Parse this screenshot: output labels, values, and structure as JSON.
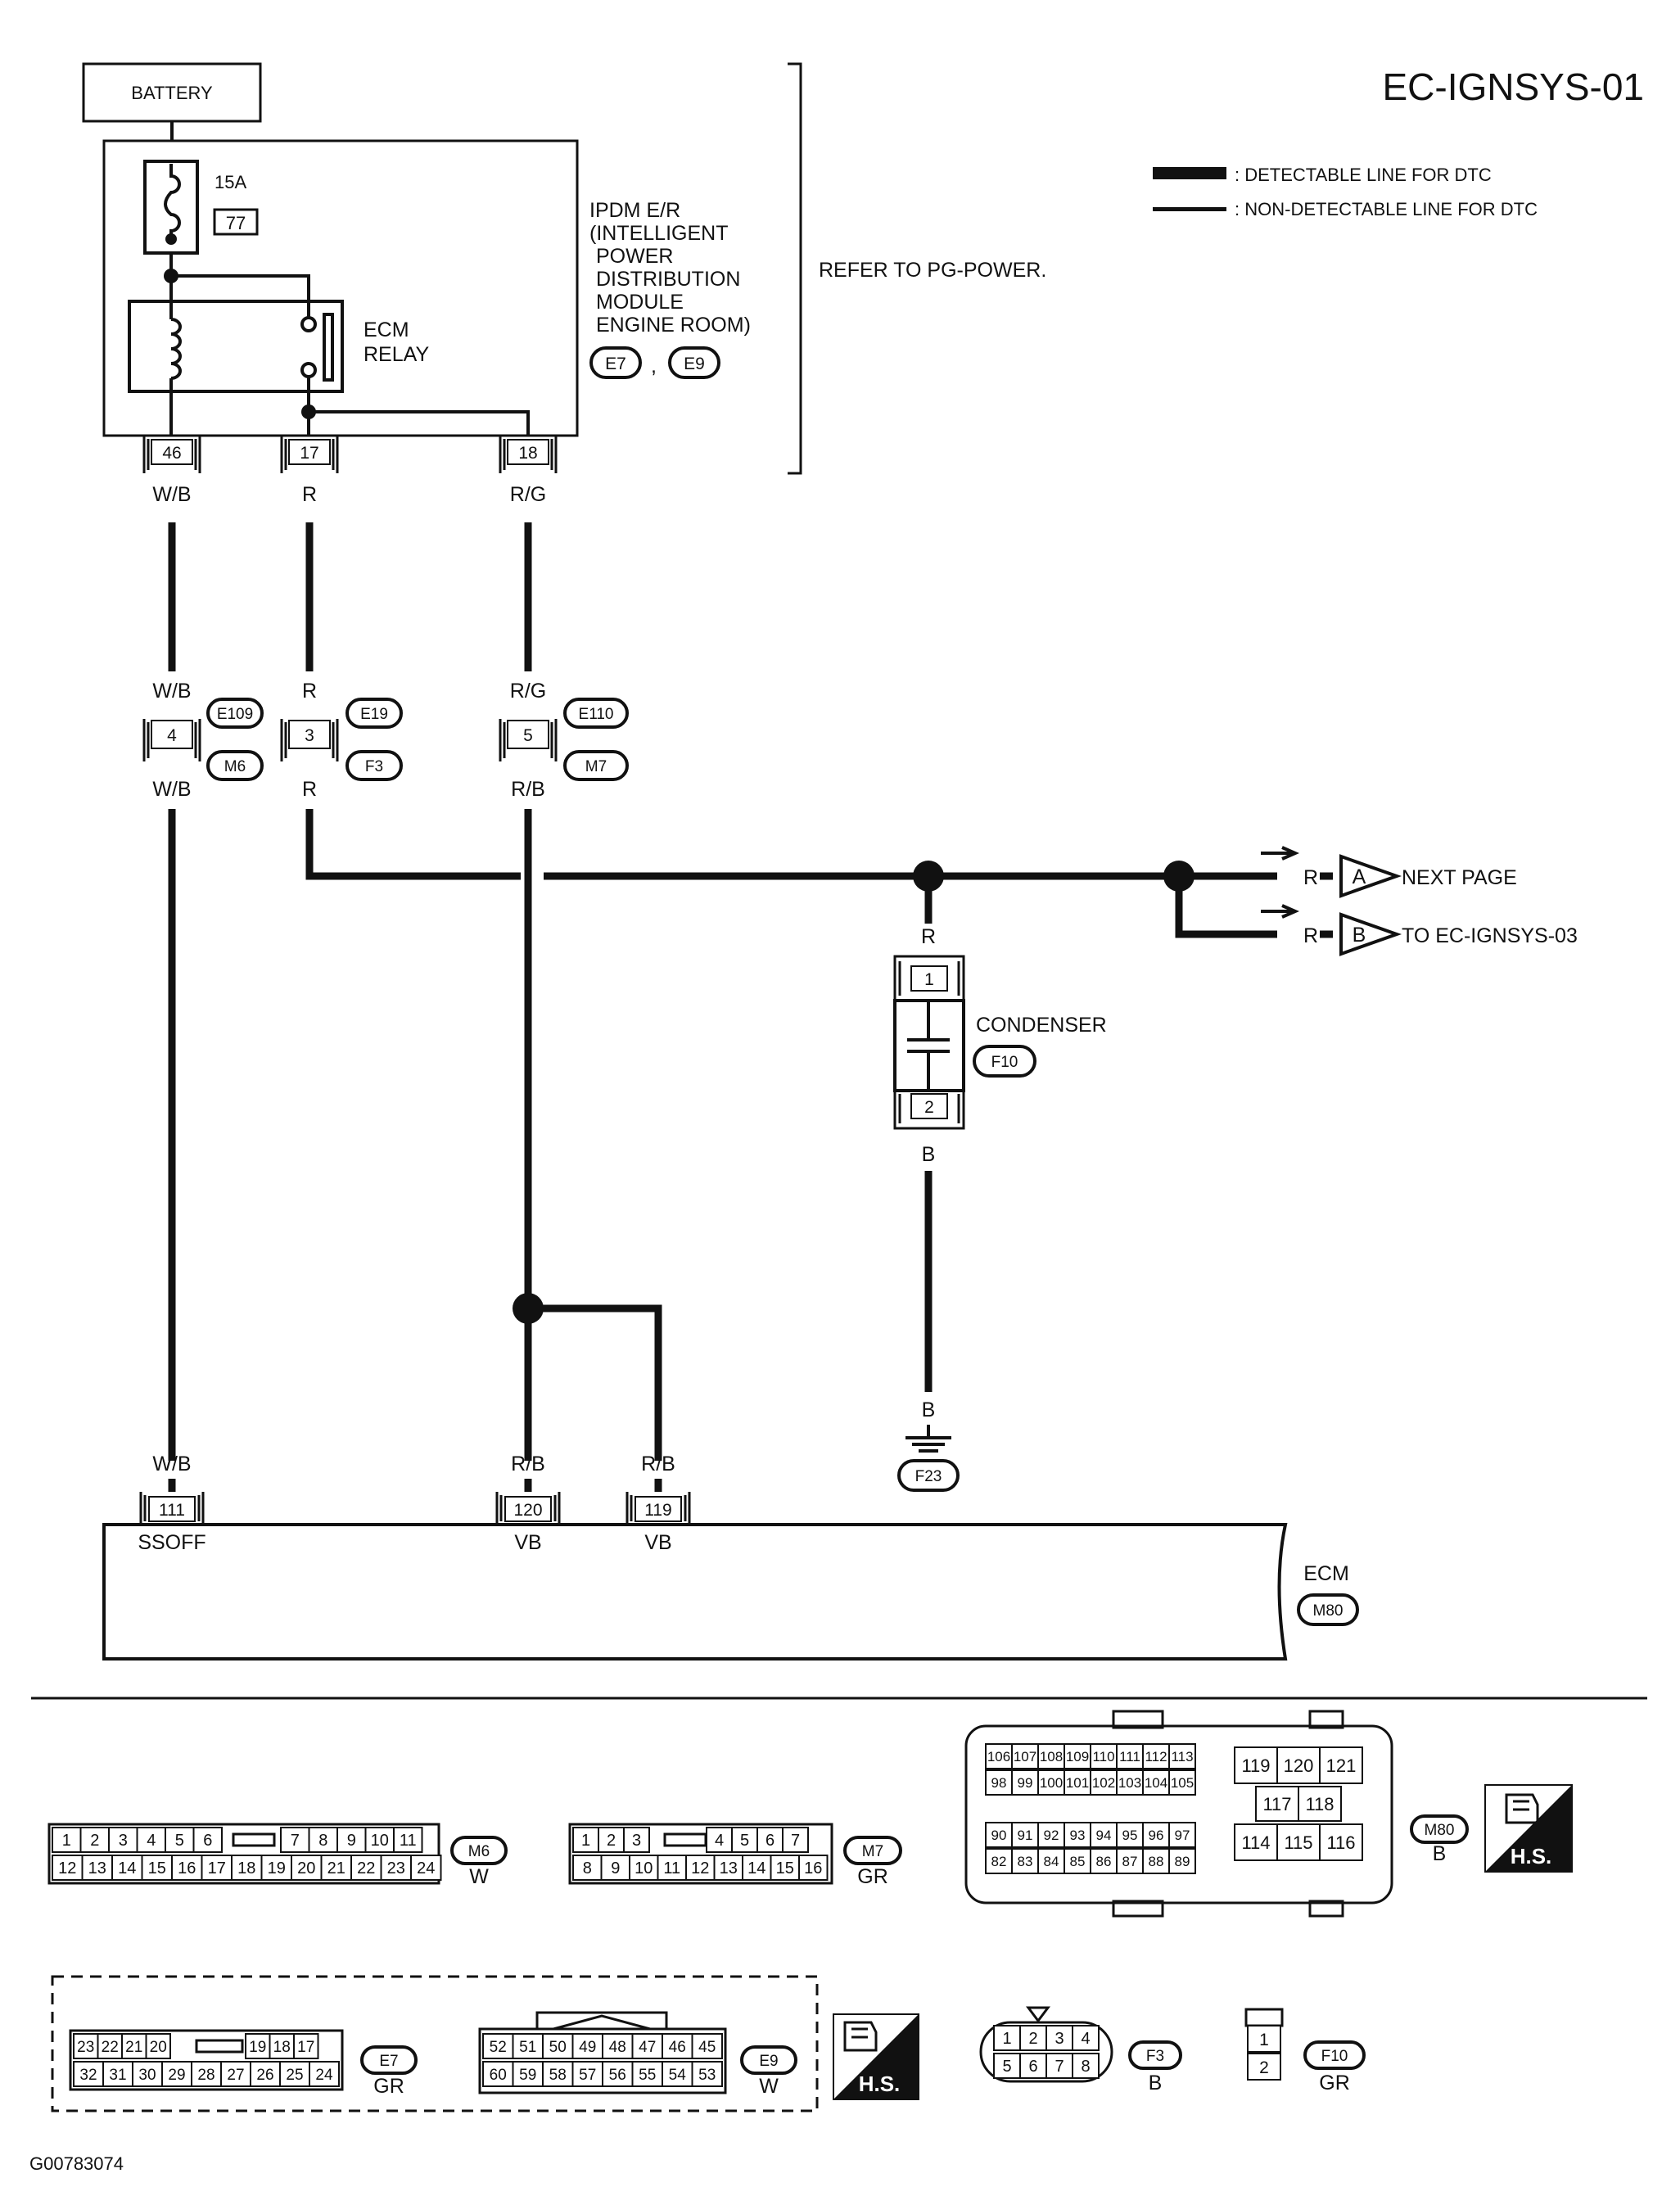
{
  "title": "EC-IGNSYS-01",
  "figure_id": "G00783074",
  "legend": [
    {
      "style": "thick",
      "text": ": DETECTABLE LINE FOR DTC"
    },
    {
      "style": "thin",
      "text": ": NON-DETECTABLE LINE FOR DTC"
    }
  ],
  "battery": "BATTERY",
  "fuse": {
    "rating": "15A",
    "number": "77"
  },
  "relay": {
    "line1": "ECM",
    "line2": "RELAY"
  },
  "ipdm": {
    "lines": [
      "IPDM E/R",
      "(INTELLIGENT",
      "POWER",
      "DISTRIBUTION",
      "MODULE",
      "ENGINE ROOM)"
    ],
    "connectors": [
      "E7",
      "E9"
    ],
    "separator": ","
  },
  "refer": "REFER TO PG-POWER.",
  "terminals": {
    "ipdm": [
      "46",
      "17",
      "18"
    ],
    "joint": [
      "4",
      "3",
      "5"
    ],
    "ecm": [
      "111",
      "120",
      "119"
    ]
  },
  "wire_colors": {
    "w46": "W/B",
    "w17": "R",
    "w18": "R/G",
    "j4_top": "W/B",
    "j4_bot": "W/B",
    "j3_top": "R",
    "j3_bot": "R",
    "j5_top": "R/G",
    "j5_bot": "R/B",
    "cond_top": "R",
    "cond_bot": "B",
    "gnd": "B",
    "e111": "W/B",
    "e120": "R/B",
    "e119": "R/B",
    "next_a": "R",
    "next_b": "R"
  },
  "joint_connectors": {
    "c4": [
      "E109",
      "M6"
    ],
    "c3": [
      "E19",
      "F3"
    ],
    "c5": [
      "E110",
      "M7"
    ]
  },
  "refs": [
    {
      "letter": "A",
      "text": "NEXT PAGE"
    },
    {
      "letter": "B",
      "text": "TO EC-IGNSYS-03"
    }
  ],
  "condenser": {
    "label": "CONDENSER",
    "connector": "F10",
    "pins": [
      "1",
      "2"
    ]
  },
  "ground": "F23",
  "ecm": {
    "label": "ECM",
    "connector": "M80",
    "pins": [
      "SSOFF",
      "VB",
      "VB"
    ]
  },
  "connector_views": {
    "m6": {
      "id": "M6",
      "color": "W",
      "row1": [
        "1",
        "2",
        "3",
        "4",
        "5",
        "6",
        "",
        "7",
        "8",
        "9",
        "10",
        "11"
      ],
      "row2": [
        "12",
        "13",
        "14",
        "15",
        "16",
        "17",
        "18",
        "19",
        "20",
        "21",
        "22",
        "23",
        "24"
      ]
    },
    "m7": {
      "id": "M7",
      "color": "GR",
      "row1": [
        "1",
        "2",
        "3",
        "",
        "4",
        "5",
        "6",
        "7"
      ],
      "row2": [
        "8",
        "9",
        "10",
        "11",
        "12",
        "13",
        "14",
        "15",
        "16"
      ]
    },
    "m80": {
      "id": "M80",
      "color": "B",
      "top_row1": [
        "106",
        "107",
        "108",
        "109",
        "110",
        "111",
        "112",
        "113"
      ],
      "top_row2": [
        "98",
        "99",
        "100",
        "101",
        "102",
        "103",
        "104",
        "105"
      ],
      "bot_row1": [
        "90",
        "91",
        "92",
        "93",
        "94",
        "95",
        "96",
        "97"
      ],
      "bot_row2": [
        "82",
        "83",
        "84",
        "85",
        "86",
        "87",
        "88",
        "89"
      ],
      "big_top": [
        "119",
        "120",
        "121"
      ],
      "big_mid": [
        "117",
        "118"
      ],
      "big_bot": [
        "114",
        "115",
        "116"
      ]
    },
    "e7": {
      "id": "E7",
      "color": "GR",
      "row1": [
        "23",
        "22",
        "21",
        "20",
        "",
        "19",
        "18",
        "17"
      ],
      "row2": [
        "32",
        "31",
        "30",
        "29",
        "28",
        "27",
        "26",
        "25",
        "24"
      ]
    },
    "e9": {
      "id": "E9",
      "color": "W",
      "row1": [
        "52",
        "51",
        "50",
        "49",
        "48",
        "47",
        "46",
        "45"
      ],
      "row2": [
        "60",
        "59",
        "58",
        "57",
        "56",
        "55",
        "54",
        "53"
      ]
    },
    "f3": {
      "id": "F3",
      "color": "B",
      "row1": [
        "1",
        "2",
        "3",
        "4"
      ],
      "row2": [
        "5",
        "6",
        "7",
        "8"
      ]
    },
    "f10": {
      "id": "F10",
      "color": "GR",
      "pins": [
        "1",
        "2"
      ]
    }
  },
  "hs_badge": "H.S."
}
